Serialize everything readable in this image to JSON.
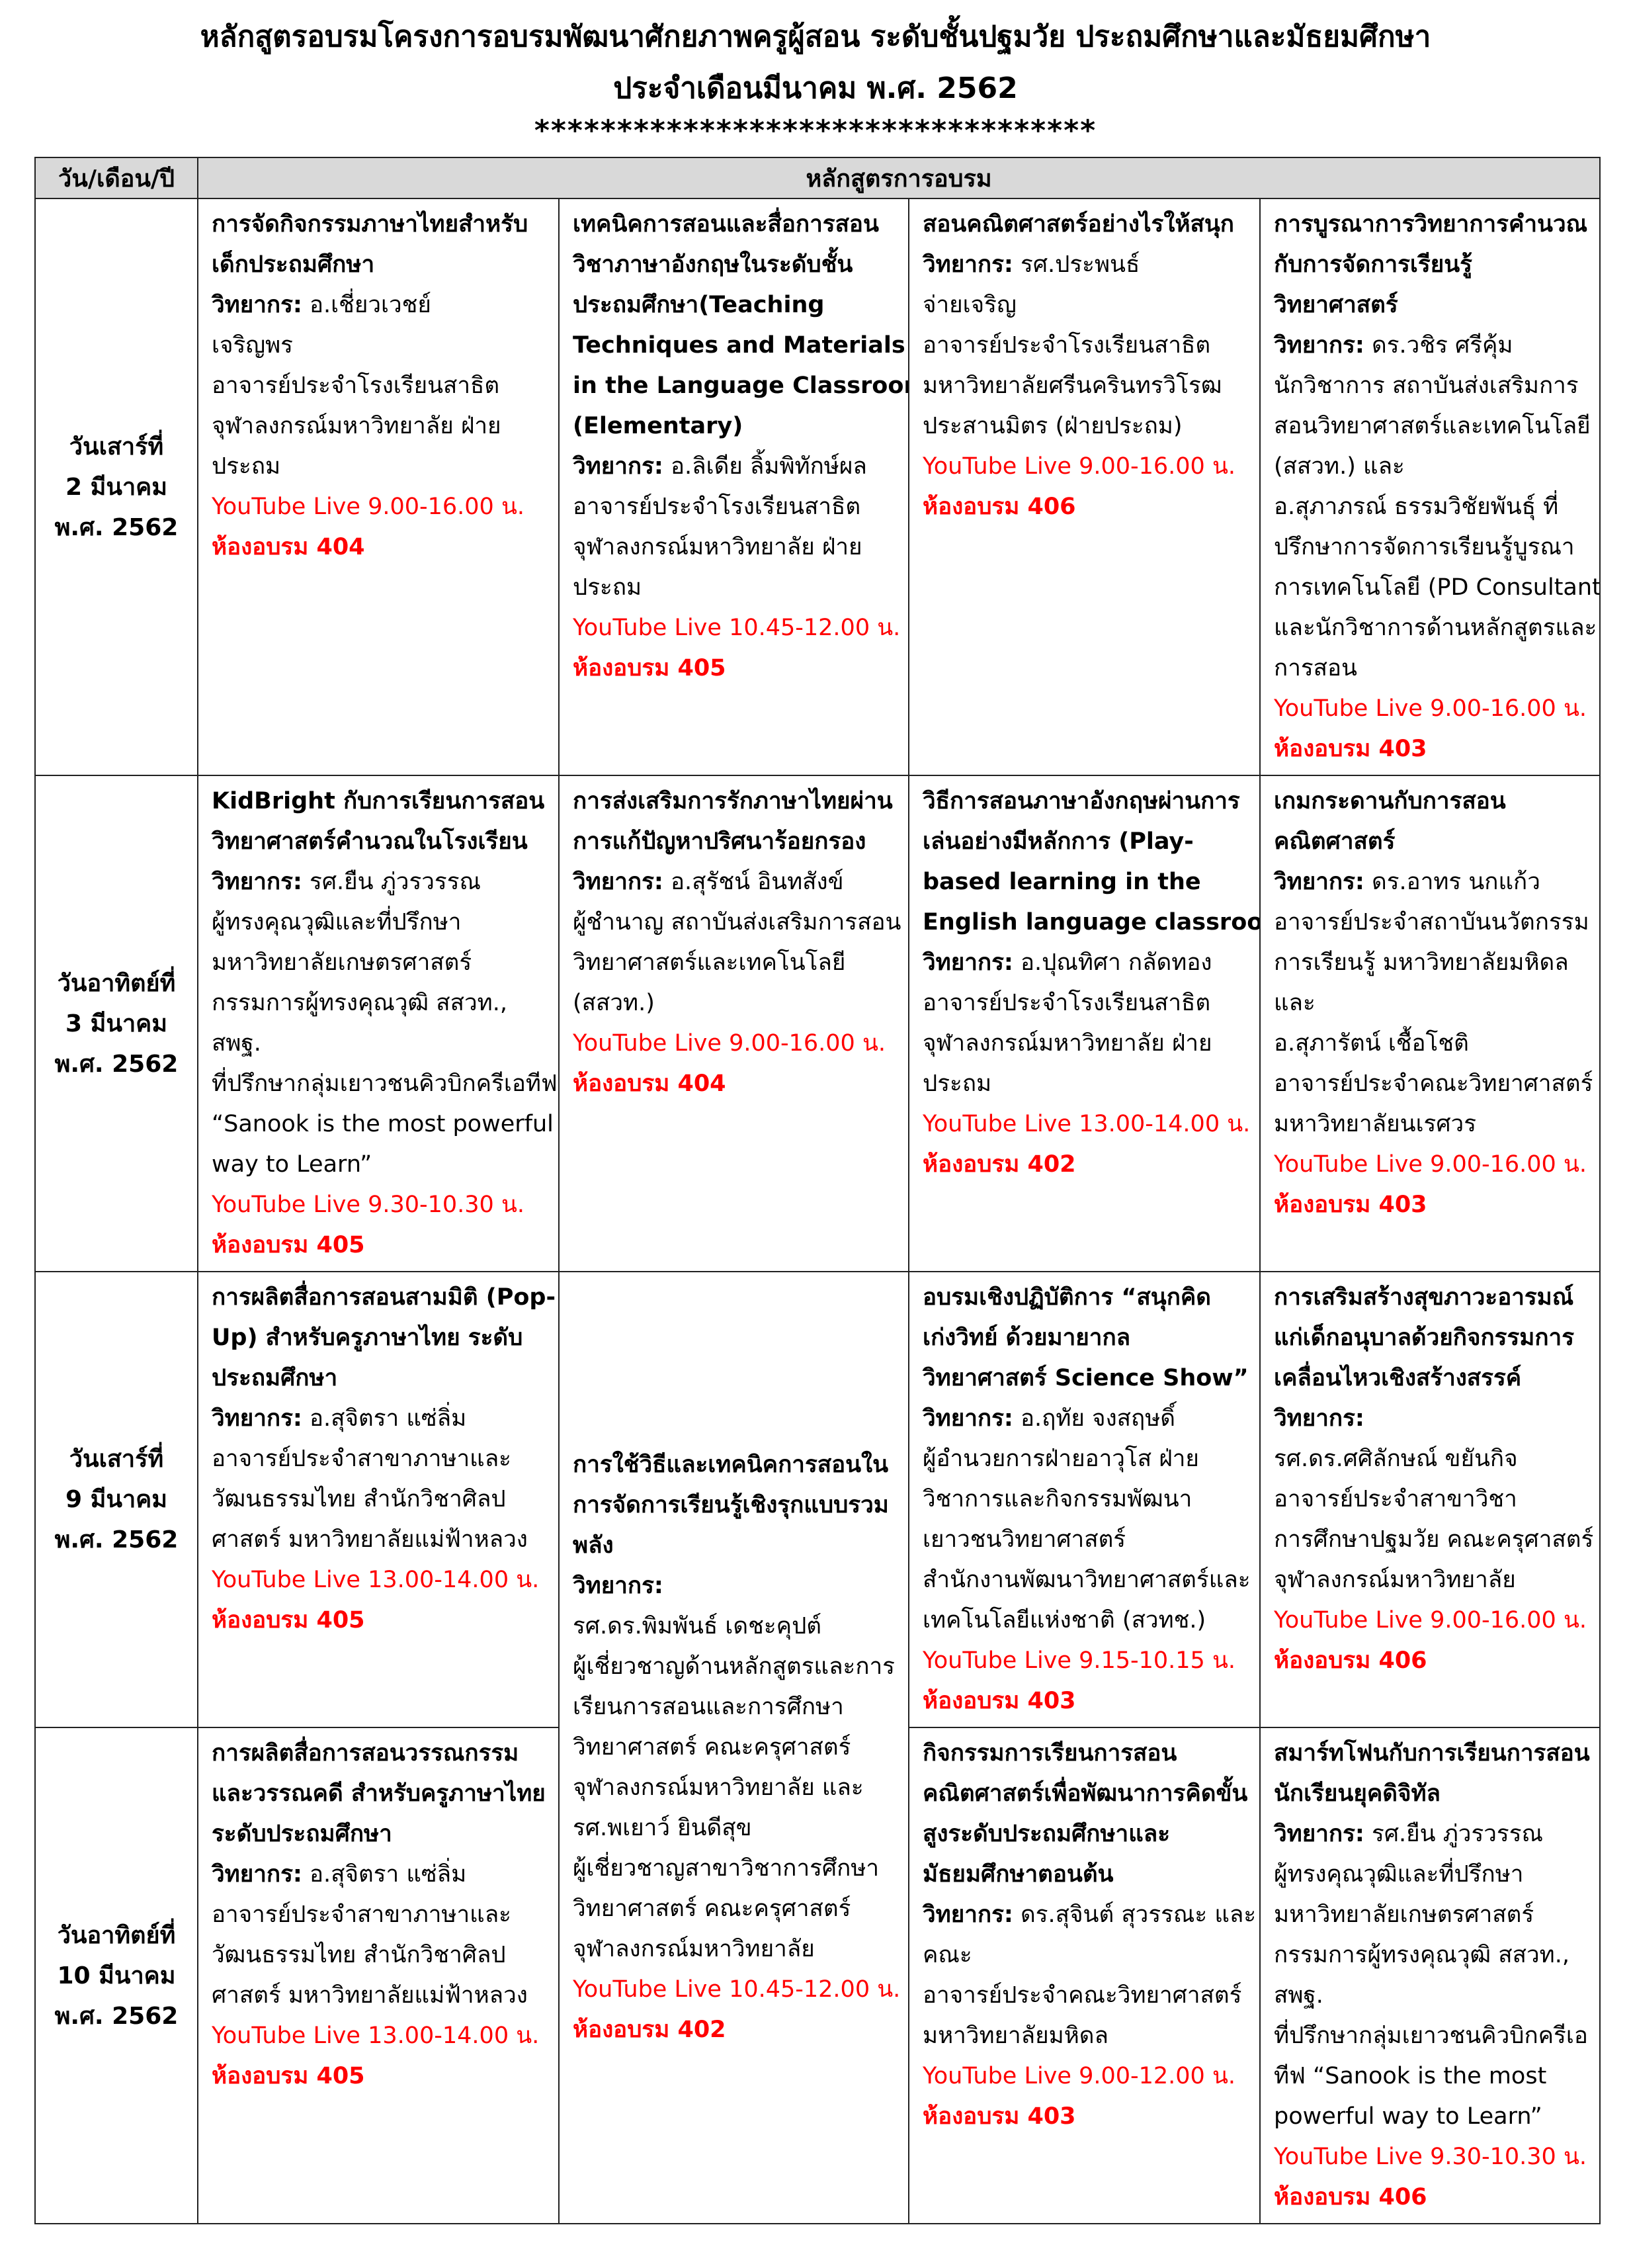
{
  "header": {
    "title_line1": "หลักสูตรอบรมโครงการอบรมพัฒนาศักยภาพครูผู้สอน ระดับชั้นปฐมวัย ประถมศึกษาและมัธยมศึกษา",
    "title_line2": "ประจำเดือนมีนาคม พ.ศ. 2562",
    "separator": "**********************************"
  },
  "table": {
    "col_date": "วัน/เดือน/ปี",
    "col_course": "หลักสูตรการอบรม",
    "speaker_label": "วิทยากร:",
    "live_label": "YouTube Live"
  },
  "colors": {
    "accent_red": "#ff0000",
    "header_bg": "#d9d9d9"
  },
  "rows": [
    {
      "date": [
        "วันเสาร์ที่",
        "2 มีนาคม",
        "พ.ศ. 2562"
      ],
      "cells": [
        {
          "title": [
            "การจัดกิจกรรมภาษาไทยสำหรับ",
            "เด็กประถมศึกษา"
          ],
          "speaker": [
            "อ.เชี่ยวเวชย์",
            "เจริญพร",
            "อาจารย์ประจำโรงเรียนสาธิต",
            "จุฬาลงกรณ์มหาวิทยาลัย ฝ่าย",
            "ประถม"
          ],
          "time": "9.00-16.00 น.",
          "room": "ห้องอบรม 404"
        },
        {
          "title": [
            "เทคนิคการสอนและสื่อการสอน",
            "วิชาภาษาอังกฤษในระดับชั้น",
            "ประถมศึกษา(Teaching",
            "Techniques and Materials",
            "in the Language Classroom",
            "(Elementary)"
          ],
          "speaker": [
            "อ.ลิเดีย ลิ้มพิทักษ์ผล",
            "อาจารย์ประจำโรงเรียนสาธิต",
            "จุฬาลงกรณ์มหาวิทยาลัย ฝ่าย",
            "ประถม"
          ],
          "time": "10.45-12.00 น.",
          "room": "ห้องอบรม 405"
        },
        {
          "title": [
            "สอนคณิตศาสตร์อย่างไรให้สนุก"
          ],
          "speaker": [
            "รศ.ประพนธ์",
            "จ่ายเจริญ",
            "อาจารย์ประจำโรงเรียนสาธิต",
            "มหาวิทยาลัยศรีนครินทรวิโรฒ",
            "ประสานมิตร (ฝ่ายประถม)"
          ],
          "time": "9.00-16.00 น.",
          "room": "ห้องอบรม 406"
        },
        {
          "title": [
            "การบูรณาการวิทยาการคำนวณ",
            "กับการจัดการเรียนรู้",
            "วิทยาศาสตร์"
          ],
          "speaker": [
            "ดร.วชิร ศรีคุ้ม",
            "นักวิชาการ สถาบันส่งเสริมการ",
            "สอนวิทยาศาสตร์และเทคโนโลยี",
            "(สสวท.) และ",
            "อ.สุภาภรณ์ ธรรมวิชัยพันธุ์ ที่",
            "ปรึกษาการจัดการเรียนรู้บูรณา",
            "การเทคโนโลยี (PD Consultant)",
            "และนักวิชาการด้านหลักสูตรและ",
            "การสอน"
          ],
          "time": "9.00-16.00 น.",
          "room": "ห้องอบรม 403"
        }
      ]
    },
    {
      "date": [
        "วันอาทิตย์ที่",
        "3 มีนาคม",
        "พ.ศ. 2562"
      ],
      "cells": [
        {
          "title": [
            "KidBright กับการเรียนการสอน",
            "วิทยาศาสตร์คำนวณในโรงเรียน"
          ],
          "speaker": [
            "รศ.ยืน ภู่วรวรรณ",
            "ผู้ทรงคุณวุฒิและที่ปรึกษา",
            "มหาวิทยาลัยเกษตรศาสตร์",
            "กรรมการผู้ทรงคุณวุฒิ สสวท.,",
            "สพฐ.",
            "ที่ปรึกษากลุ่มเยาวชนคิวบิกครีเอทีฟ",
            "“Sanook is the most powerful",
            "way to Learn”"
          ],
          "time": "9.30-10.30 น.",
          "room": "ห้องอบรม 405"
        },
        {
          "title": [
            "การส่งเสริมการรักภาษาไทยผ่าน",
            "การแก้ปัญหาปริศนาร้อยกรอง"
          ],
          "speaker": [
            "อ.สุรัชน์ อินทสังข์",
            "ผู้ชำนาญ สถาบันส่งเสริมการสอน",
            "วิทยาศาสตร์และเทคโนโลยี",
            "(สสวท.)"
          ],
          "time": "9.00-16.00 น.",
          "room": "ห้องอบรม 404"
        },
        {
          "title": [
            "วิธีการสอนภาษาอังกฤษผ่านการ",
            "เล่นอย่างมีหลักการ (Play-",
            "based learning in the",
            "English language classroom)"
          ],
          "speaker": [
            "อ.ปุณทิศา กลัดทอง",
            "อาจารย์ประจำโรงเรียนสาธิต",
            "จุฬาลงกรณ์มหาวิทยาลัย ฝ่าย",
            "ประถม"
          ],
          "time": "13.00-14.00 น.",
          "room": "ห้องอบรม 402"
        },
        {
          "title": [
            "เกมกระดานกับการสอน",
            "คณิตศาสตร์"
          ],
          "speaker": [
            "ดร.อาทร นกแก้ว",
            "อาจารย์ประจำสถาบันนวัตกรรม",
            "การเรียนรู้ มหาวิทยาลัยมหิดล",
            "และ",
            "อ.สุภารัตน์ เชื้อโชติ",
            "อาจารย์ประจำคณะวิทยาศาสตร์",
            "มหาวิทยาลัยนเรศวร"
          ],
          "time": "9.00-16.00 น.",
          "room": "ห้องอบรม 403"
        }
      ]
    },
    {
      "date": [
        "วันเสาร์ที่",
        "9 มีนาคม",
        "พ.ศ. 2562"
      ],
      "cells": [
        {
          "title": [
            "การผลิตสื่อการสอนสามมิติ (Pop-",
            "Up) สำหรับครูภาษาไทย ระดับ",
            "ประถมศึกษา"
          ],
          "speaker": [
            "อ.สุจิตรา แซ่ลิ่ม",
            "อาจารย์ประจำสาขาภาษาและ",
            "วัฒนธรรมไทย สำนักวิชาศิลป",
            "ศาสตร์ มหาวิทยาลัยแม่ฟ้าหลวง"
          ],
          "time": "13.00-14.00 น.",
          "room": "ห้องอบรม 405"
        },
        {
          "rowspan": 2,
          "title": [
            "การใช้วิธีและเทคนิคการสอนใน",
            "การจัดการเรียนรู้เชิงรุกแบบรวม",
            "พลัง"
          ],
          "speaker": [
            "",
            "รศ.ดร.พิมพันธ์ เดชะคุปต์",
            "ผู้เชี่ยวชาญด้านหลักสูตรและการ",
            "เรียนการสอนและการศึกษา",
            "วิทยาศาสตร์ คณะครุศาสตร์",
            "จุฬาลงกรณ์มหาวิทยาลัย และ",
            "รศ.พเยาว์ ยินดีสุข",
            "ผู้เชี่ยวชาญสาขาวิชาการศึกษา",
            "วิทยาศาสตร์ คณะครุศาสตร์",
            "จุฬาลงกรณ์มหาวิทยาลัย"
          ],
          "time": "10.45-12.00 น.",
          "room": "ห้องอบรม 402"
        },
        {
          "title": [
            "อบรมเชิงปฏิบัติการ “สนุกคิด",
            "เก่งวิทย์ ด้วยมายากล",
            "วิทยาศาสตร์ Science Show”"
          ],
          "speaker": [
            "อ.ฤทัย จงสฤษดิ์",
            "ผู้อำนวยการฝ่ายอาวุโส ฝ่าย",
            "วิชาการและกิจกรรมพัฒนา",
            "เยาวชนวิทยาศาสตร์",
            "สำนักงานพัฒนาวิทยาศาสตร์และ",
            "เทคโนโลยีแห่งชาติ (สวทช.)"
          ],
          "time": "9.15-10.15 น.",
          "room": "ห้องอบรม 403"
        },
        {
          "title": [
            "การเสริมสร้างสุขภาวะอารมณ์",
            "แก่เด็กอนุบาลด้วยกิจกรรมการ",
            "เคลื่อนไหวเชิงสร้างสรรค์"
          ],
          "speaker": [
            "",
            "รศ.ดร.ศศิลักษณ์ ขยันกิจ",
            "อาจารย์ประจำสาขาวิชา",
            "การศึกษาปฐมวัย คณะครุศาสตร์",
            "จุฬาลงกรณ์มหาวิทยาลัย"
          ],
          "time": "9.00-16.00 น.",
          "room": "ห้องอบรม 406"
        }
      ]
    },
    {
      "date": [
        "วันอาทิตย์ที่",
        "10 มีนาคม",
        "พ.ศ. 2562"
      ],
      "cells": [
        {
          "title": [
            "การผลิตสื่อการสอนวรรณกรรม",
            "และวรรณคดี สำหรับครูภาษาไทย",
            "ระดับประถมศึกษา"
          ],
          "speaker": [
            "อ.สุจิตรา แซ่ลิ่ม",
            "อาจารย์ประจำสาขาภาษาและ",
            "วัฒนธรรมไทย สำนักวิชาศิลป",
            "ศาสตร์ มหาวิทยาลัยแม่ฟ้าหลวง"
          ],
          "time": "13.00-14.00 น.",
          "room": "ห้องอบรม 405"
        },
        {
          "title": [
            "กิจกรรมการเรียนการสอน",
            "คณิตศาสตร์เพื่อพัฒนาการคิดขั้น",
            "สูงระดับประถมศึกษาและ",
            "มัธยมศึกษาตอนต้น"
          ],
          "speaker": [
            "ดร.สุจินต์ สุวรรณะ และ",
            "คณะ",
            "อาจารย์ประจำคณะวิทยาศาสตร์",
            "มหาวิทยาลัยมหิดล"
          ],
          "time": "9.00-12.00 น.",
          "room": "ห้องอบรม 403"
        },
        {
          "title": [
            "สมาร์ทโฟนกับการเรียนการสอน",
            "นักเรียนยุคดิจิทัล"
          ],
          "speaker": [
            "รศ.ยืน ภู่วรวรรณ",
            "ผู้ทรงคุณวุฒิและที่ปรึกษา",
            "มหาวิทยาลัยเกษตรศาสตร์",
            "กรรมการผู้ทรงคุณวุฒิ สสวท.,",
            "สพฐ.",
            "ที่ปรึกษากลุ่มเยาวชนคิวบิกครีเอ",
            "ทีฟ “Sanook is the most",
            "powerful way to Learn”"
          ],
          "time": "9.30-10.30 น.",
          "room": "ห้องอบรม 406"
        }
      ]
    }
  ]
}
